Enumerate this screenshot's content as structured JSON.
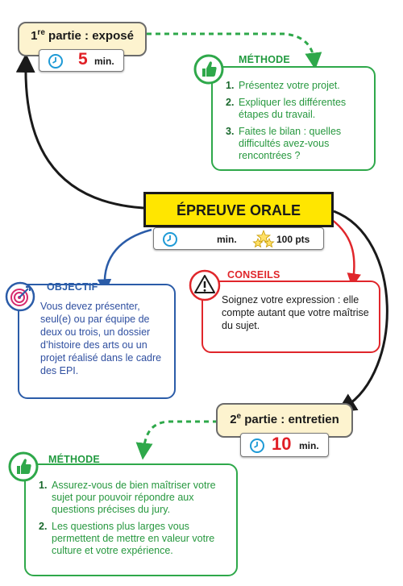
{
  "part1": {
    "title_main": "1",
    "title_sup": "re",
    "title_rest": " partie : exposé",
    "minutes": "5",
    "unit": "min."
  },
  "method1": {
    "label": "MÉTHODE",
    "items": [
      {
        "n": "1.",
        "text": "Présentez votre projet."
      },
      {
        "n": "2.",
        "text": "Expliquer les différentes étapes du travail."
      },
      {
        "n": "3.",
        "text": "Faites le bilan : quelles difficultés avez-vous rencontrées ?"
      }
    ]
  },
  "central": {
    "title": "ÉPREUVE ORALE",
    "unit": "min.",
    "points": "100 pts"
  },
  "objectif": {
    "label": "OBJECTIF",
    "text": "Vous devez présenter, seul(e) ou par équipe de deux ou trois, un dossier d’histoire des arts ou un projet réalisé dans le cadre des EPI."
  },
  "conseils": {
    "label": "CONSEILS",
    "text": "Soignez votre expression : elle compte autant que votre maîtrise du sujet."
  },
  "part2": {
    "title_main": "2",
    "title_sup": "e",
    "title_rest": " partie : entretien",
    "minutes": "10",
    "unit": "min."
  },
  "method2": {
    "label": "MÉTHODE",
    "items": [
      {
        "n": "1.",
        "text": "Assurez-vous de bien maîtriser votre sujet pour pouvoir répondre aux questions précises du jury."
      },
      {
        "n": "2.",
        "text": "Les questions plus larges vous permettent de mettre en valeur votre culture et votre expérience."
      }
    ]
  },
  "colors": {
    "green": "#2ea84a",
    "blue": "#2b5ca8",
    "red": "#e0262b",
    "yellow": "#ffe600",
    "cream": "#fdf3cf"
  }
}
